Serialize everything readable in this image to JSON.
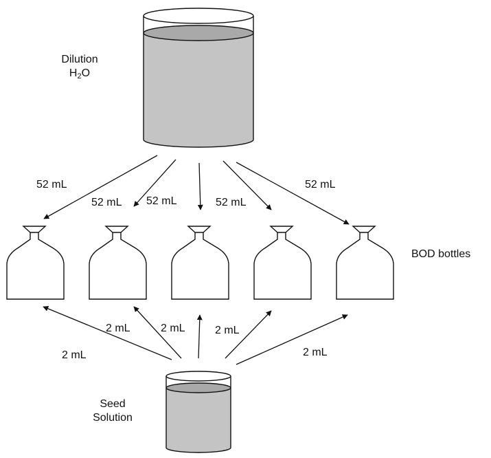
{
  "dilution_label": {
    "line1": "Dilution",
    "h": "H",
    "sub": "2",
    "o": "O"
  },
  "seed_label": {
    "line1": "Seed",
    "line2": "Solution"
  },
  "bottles_label": "BOD bottles",
  "dilution_volumes": [
    "52 mL",
    "52 mL",
    "52 mL",
    "52 mL",
    "52 mL"
  ],
  "seed_volumes": [
    "2 mL",
    "2 mL",
    "2 mL",
    "2 mL",
    "2 mL"
  ],
  "colors": {
    "liquid": "#c4c4c4",
    "stroke": "#111111",
    "background": "#ffffff"
  }
}
